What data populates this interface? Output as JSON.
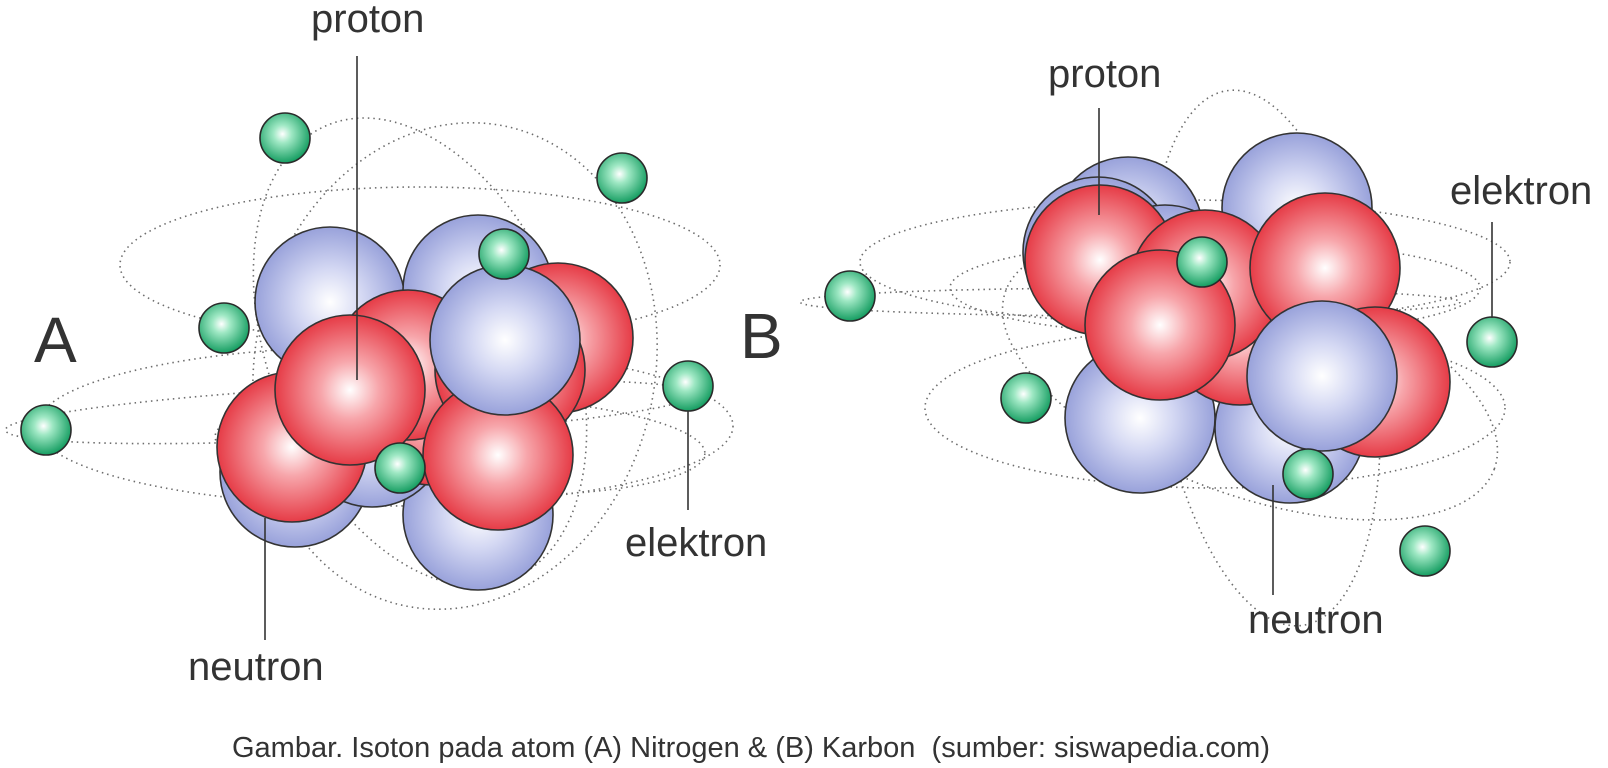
{
  "figure": {
    "caption": "Gambar. Isoton pada atom (A) Nitrogen & (B) Karbon  (sumber: siswapedia.com)",
    "colors": {
      "proton": "#e8303a",
      "neutron": "#9ea8e0",
      "electron": "#17a86a",
      "text": "#333333"
    }
  },
  "atom_a": {
    "letter": "A",
    "proton_label": "proton",
    "neutron_label": "neutron",
    "electron_label": "elektron"
  },
  "atom_b": {
    "letter": "B",
    "proton_label": "proton",
    "neutron_label": "neutron",
    "electron_label": "elektron"
  }
}
